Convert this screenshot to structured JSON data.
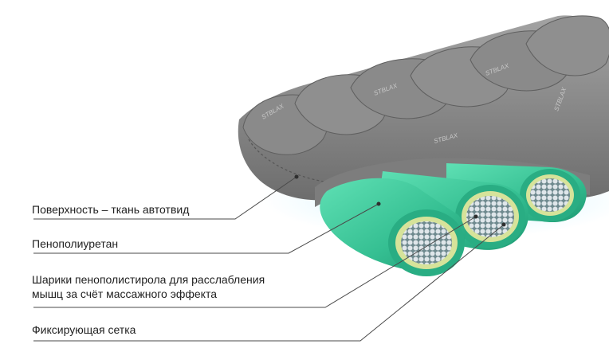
{
  "labels": [
    {
      "id": "surface",
      "text": "Поверхность – ткань автотвид"
    },
    {
      "id": "foam",
      "text": "Пенополиуретан"
    },
    {
      "id": "beads",
      "lines": [
        "Шарики пенополистирола для расслабления",
        "мышц за счёт массажного эффекта"
      ]
    },
    {
      "id": "mesh",
      "text": "Фиксирующая сетка"
    }
  ],
  "brand_print": "STBLAX",
  "colors": {
    "fabric": "#7b7b7b",
    "fabric_light": "#9c9c9c",
    "foam": "#3cc79a",
    "foam_dark": "#1f9b74",
    "mesh_ring": "#d6e39a",
    "beads": "#cfd6dc",
    "leader_line": "#4a4a4a"
  }
}
